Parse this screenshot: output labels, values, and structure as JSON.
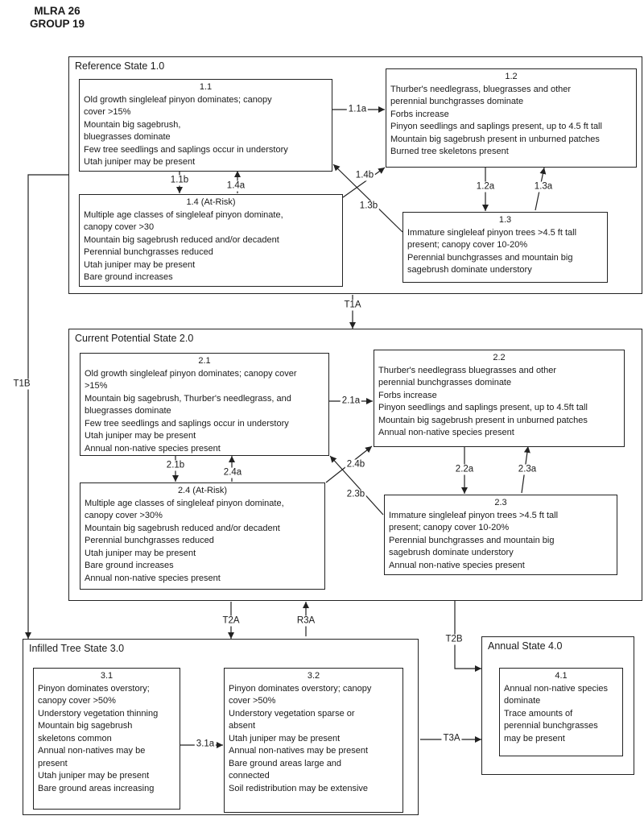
{
  "header": {
    "line1": "MLRA 26",
    "line2": "GROUP 19"
  },
  "states": {
    "s1": {
      "label": "Reference State 1.0"
    },
    "s2": {
      "label": "Current Potential State 2.0"
    },
    "s3": {
      "label": "Infilled Tree State 3.0"
    },
    "s4": {
      "label": "Annual State 4.0"
    }
  },
  "boxes": {
    "b11": {
      "title": "1.1",
      "lines": [
        "Old growth singleleaf pinyon dominates; canopy",
        "cover >15%",
        "Mountain big sagebrush,",
        "bluegrasses dominate",
        "Few tree seedlings and saplings occur in understory",
        "Utah juniper may be present"
      ]
    },
    "b12": {
      "title": "1.2",
      "lines": [
        "Thurber's needlegrass, bluegrasses and other",
        "perennial bunchgrasses dominate",
        "Forbs increase",
        "Pinyon seedlings and saplings present, up to 4.5 ft tall",
        "Mountain big sagebrush present in unburned patches",
        "Burned tree skeletons present"
      ]
    },
    "b14": {
      "title": "1.4 (At-Risk)",
      "lines": [
        "Multiple age classes of singleleaf pinyon dominate,",
        "canopy cover >30",
        "Mountain big sagebrush reduced and/or decadent",
        "Perennial bunchgrasses reduced",
        "Utah juniper may be present",
        "Bare ground increases"
      ]
    },
    "b13": {
      "title": "1.3",
      "lines": [
        "Immature singleleaf pinyon trees >4.5 ft tall",
        "present; canopy cover 10-20%",
        "Perennial bunchgrasses and mountain big",
        "sagebrush dominate understory"
      ]
    },
    "b21": {
      "title": "2.1",
      "lines": [
        "Old growth singleleaf pinyon dominates; canopy cover",
        ">15%",
        "Mountain big sagebrush, Thurber's needlegrass, and",
        "bluegrasses dominate",
        "Few tree seedlings and saplings occur in understory",
        "Utah juniper may be present",
        "Annual non-native species present"
      ]
    },
    "b22": {
      "title": "2.2",
      "lines": [
        "Thurber's needlegrass bluegrasses and other",
        "perennial bunchgrasses dominate",
        "Forbs increase",
        "Pinyon seedlings and saplings present, up to 4.5ft tall",
        "Mountain big sagebrush present in unburned patches",
        "Annual non-native species present"
      ]
    },
    "b24": {
      "title": "2.4 (At-Risk)",
      "lines": [
        "Multiple age classes of singleleaf pinyon dominate,",
        "canopy cover >30%",
        "Mountain big sagebrush reduced and/or decadent",
        "Perennial bunchgrasses reduced",
        "Utah juniper may be present",
        "Bare ground increases",
        "Annual non-native species present"
      ]
    },
    "b23": {
      "title": "2.3",
      "lines": [
        "Immature singleleaf pinyon trees >4.5 ft tall",
        "present; canopy cover 10-20%",
        "Perennial bunchgrasses and mountain big",
        "sagebrush dominate understory",
        "Annual non-native species present"
      ]
    },
    "b31": {
      "title": "3.1",
      "lines": [
        "Pinyon dominates overstory;",
        "canopy cover >50%",
        "Understory vegetation thinning",
        "Mountain big sagebrush",
        "skeletons common",
        "Annual non-natives may be",
        "present",
        "Utah juniper may be present",
        "Bare ground areas increasing"
      ]
    },
    "b32": {
      "title": "3.2",
      "lines": [
        "Pinyon dominates overstory; canopy",
        "cover >50%",
        "Understory vegetation sparse or",
        "absent",
        "Utah juniper may be present",
        "Annual non-natives may be present",
        "Bare ground areas large and",
        "connected",
        "Soil redistribution may be extensive"
      ]
    },
    "b41": {
      "title": "4.1",
      "lines": [
        "Annual non-native species",
        "dominate",
        "Trace amounts of",
        "perennial bunchgrasses",
        "may be present"
      ]
    }
  },
  "arrows": {
    "a11a": "1.1a",
    "a11b": "1.1b",
    "a12a": "1.2a",
    "a13a": "1.3a",
    "a14a": "1.4a",
    "a14b": "1.4b",
    "a13b": "1.3b",
    "t1a": "T1A",
    "t1b": "T1B",
    "a21a": "2.1a",
    "a21b": "2.1b",
    "a22a": "2.2a",
    "a23a": "2.3a",
    "a24a": "2.4a",
    "a24b": "2.4b",
    "a23b": "2.3b",
    "t2a": "T2A",
    "r3a": "R3A",
    "t2b": "T2B",
    "a31a": "3.1a",
    "t3a": "T3A"
  },
  "colors": {
    "ink": "#1a1a1a",
    "paper": "#ffffff"
  }
}
